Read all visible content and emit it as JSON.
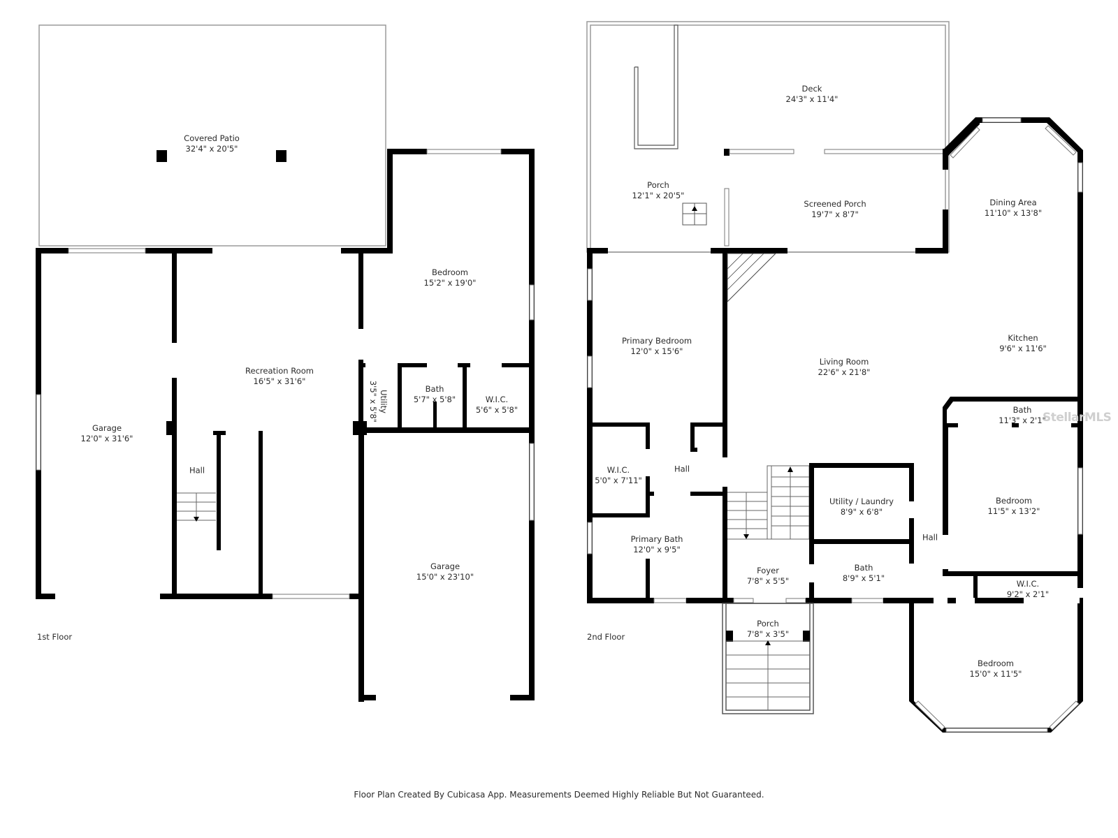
{
  "floors": [
    {
      "title": "1st Floor",
      "rooms": [
        {
          "name": "Covered Patio",
          "dims": "32'4\" x 20'5\""
        },
        {
          "name": "Garage",
          "dims": "12'0\" x 31'6\""
        },
        {
          "name": "Recreation Room",
          "dims": "16'5\" x 31'6\""
        },
        {
          "name": "Hall",
          "dims": ""
        },
        {
          "name": "Bedroom",
          "dims": "15'2\" x 19'0\""
        },
        {
          "name": "Utility",
          "dims": "3'5\" x 5'8\""
        },
        {
          "name": "Bath",
          "dims": "5'7\" x 5'8\""
        },
        {
          "name": "W.I.C.",
          "dims": "5'6\" x 5'8\""
        },
        {
          "name": "Garage",
          "dims": "15'0\" x 23'10\""
        }
      ]
    },
    {
      "title": "2nd Floor",
      "rooms": [
        {
          "name": "Deck",
          "dims": "24'3\" x 11'4\""
        },
        {
          "name": "Porch",
          "dims": "12'1\" x 20'5\""
        },
        {
          "name": "Screened Porch",
          "dims": "19'7\" x 8'7\""
        },
        {
          "name": "Dining Area",
          "dims": "11'10\" x 13'8\""
        },
        {
          "name": "Kitchen",
          "dims": "9'6\" x 11'6\""
        },
        {
          "name": "Primary Bedroom",
          "dims": "12'0\" x 15'6\""
        },
        {
          "name": "Living Room",
          "dims": "22'6\" x 21'8\""
        },
        {
          "name": "W.I.C.",
          "dims": "5'0\" x 7'11\""
        },
        {
          "name": "Hall",
          "dims": ""
        },
        {
          "name": "Primary Bath",
          "dims": "12'0\" x 9'5\""
        },
        {
          "name": "Utility / Laundry",
          "dims": "8'9\" x 6'8\""
        },
        {
          "name": "Foyer",
          "dims": "7'8\" x 5'5\""
        },
        {
          "name": "Bath",
          "dims": "8'9\" x 5'1\""
        },
        {
          "name": "Hall",
          "dims": ""
        },
        {
          "name": "Bath",
          "dims": "11'3\" x 2'1\""
        },
        {
          "name": "Bedroom",
          "dims": "11'5\" x 13'2\""
        },
        {
          "name": "W.I.C.",
          "dims": "9'2\" x 2'1\""
        },
        {
          "name": "Porch",
          "dims": "7'8\" x 3'5\""
        },
        {
          "name": "Bedroom",
          "dims": "15'0\" x 11'5\""
        }
      ]
    }
  ],
  "footer": "Floor Plan Created By Cubicasa App. Measurements Deemed Highly Reliable But Not Guaranteed.",
  "watermark": "StellarMLS",
  "colors": {
    "wall": "#000000",
    "background": "#ffffff",
    "text": "#2a2a2a"
  }
}
